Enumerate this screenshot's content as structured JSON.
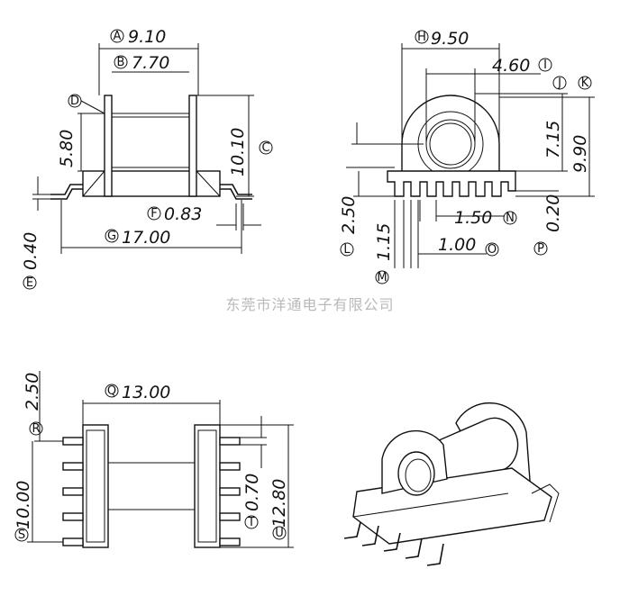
{
  "watermark": "东莞市洋通电子有限公司",
  "dimensions": {
    "A": {
      "letter": "A",
      "value": "9.10"
    },
    "B": {
      "letter": "B",
      "value": "7.70"
    },
    "C": {
      "letter": "C",
      "value": "10.10"
    },
    "D": {
      "letter": "D",
      "value": "5.80"
    },
    "E": {
      "letter": "E",
      "value": "0.40"
    },
    "F": {
      "letter": "F",
      "value": "0.83"
    },
    "G": {
      "letter": "G",
      "value": "17.00"
    },
    "H": {
      "letter": "H",
      "value": "9.50"
    },
    "I": {
      "letter": "I",
      "value": "4.60"
    },
    "J": {
      "letter": "J",
      "value": "7.15"
    },
    "K": {
      "letter": "K",
      "value": "9.90"
    },
    "L": {
      "letter": "L",
      "value": "2.50"
    },
    "M": {
      "letter": "M",
      "value": "1.15"
    },
    "N": {
      "letter": "N",
      "value": "1.50"
    },
    "O": {
      "letter": "O",
      "value": "1.00"
    },
    "P": {
      "letter": "P",
      "value": "0.20"
    },
    "Q": {
      "letter": "Q",
      "value": "13.00"
    },
    "R": {
      "letter": "R",
      "value": "2.50"
    },
    "S": {
      "letter": "S",
      "value": "10.00"
    },
    "T": {
      "letter": "T",
      "value": "0.70"
    },
    "U": {
      "letter": "U",
      "value": "12.80"
    }
  }
}
